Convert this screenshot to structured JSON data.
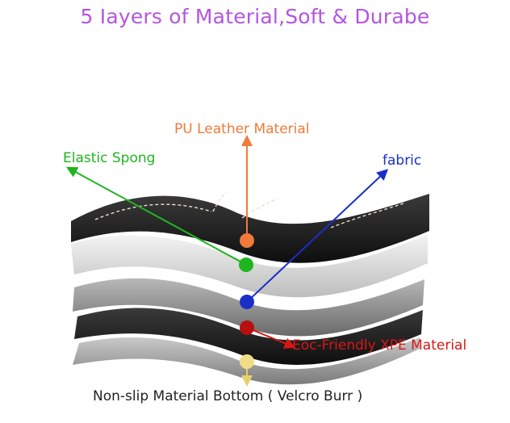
{
  "title": "5 Iayers of Material,Soft & Durabe",
  "labels": {
    "pu_leather": "PU Leather Material",
    "elastic_sponge": "Elastic Spong",
    "fabric": "fabric",
    "xpe": "Eoc-Friendly XPE Material",
    "bottom": "Non-slip Material Bottom ( Velcro Burr )"
  },
  "colors": {
    "title": "#b455e0",
    "pu_leather": "#ef7a3a",
    "elastic_sponge": "#1fb51f",
    "fabric": "#1a2fc8",
    "xpe": "#d81616",
    "bottom": "#f2dd86",
    "bottom_text": "#222222",
    "leather_layer": "#1c1c1c",
    "sponge_layer": "#e6e6e6",
    "fabric_layer": "#9a9a9a",
    "xpe_layer": "#1e1e1e",
    "bottom_layer": "#a9a9a9"
  }
}
